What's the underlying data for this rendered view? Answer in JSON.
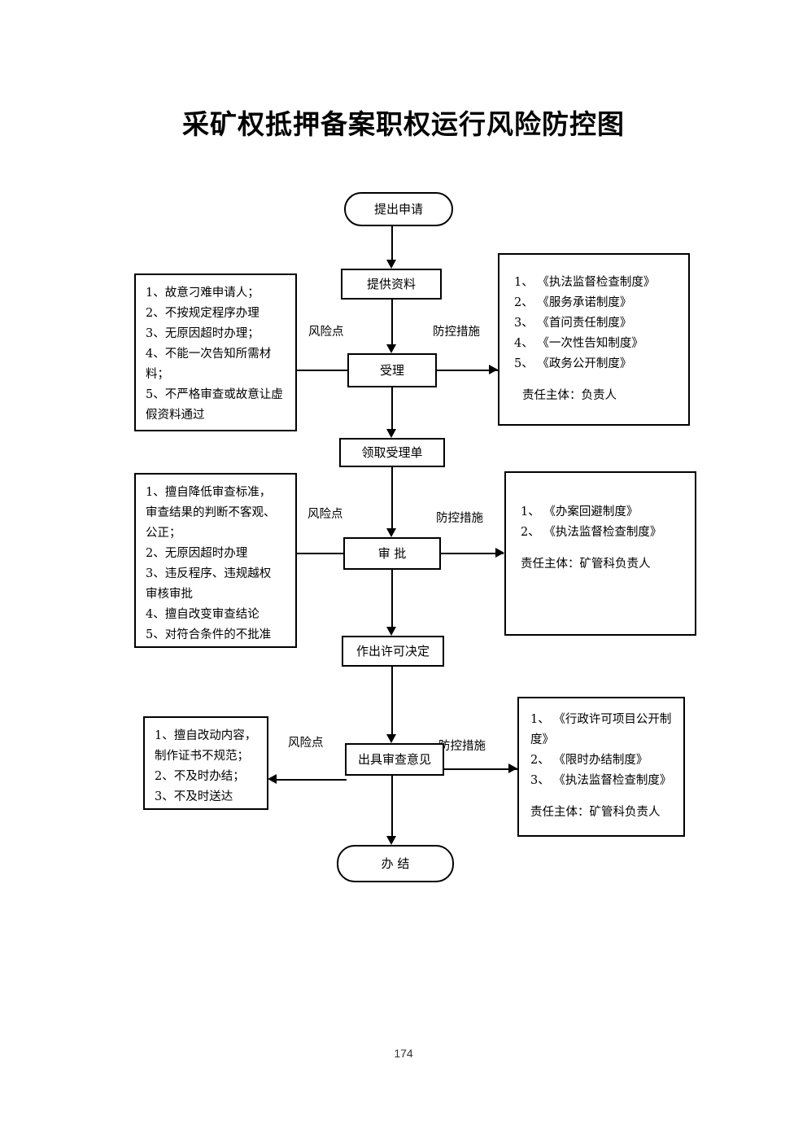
{
  "document": {
    "title": "采矿权抵押备案职权运行风险防控图",
    "page_number": "174"
  },
  "edge_labels": {
    "risk": "风险点",
    "control": "防控措施"
  },
  "flow_nodes": {
    "start": "提出申请",
    "submit_materials": "提供资料",
    "acceptance": "受理",
    "receive_receipt": "领取受理单",
    "approval": "审  批",
    "permit_decision": "作出许可决定",
    "review_opinion": "出具审查意见",
    "end": "办  结"
  },
  "risk_panels": [
    {
      "id": "risk-acceptance",
      "lines": [
        "1、故意刁难申请人；",
        "2、不按规定程序办理",
        "3、无原因超时办理；",
        "4、不能一次告知所需材",
        "料；",
        "5、不严格审查或故意让虚",
        "假资料通过"
      ]
    },
    {
      "id": "risk-approval",
      "lines": [
        "1、擅自降低审查标准，",
        "审查结果的判断不客观、",
        "公正；",
        "2、无原因超时办理",
        "3、违反程序、违规越权",
        "审核审批",
        "4、擅自改变审查结论",
        "5、对符合条件的不批准"
      ]
    },
    {
      "id": "risk-review-opinion",
      "lines": [
        "1、擅自改动内容，",
        "制作证书不规范；",
        "2、不及时办结；",
        "3、不及时送达"
      ]
    }
  ],
  "control_panels": [
    {
      "id": "control-acceptance",
      "lines": [
        "1、 《执法监督检查制度》",
        "2、 《服务承诺制度》",
        "3、 《首问责任制度》",
        "4、 《一次性告知制度》",
        "5、 《政务公开制度》"
      ],
      "responsible": "责任主体：负责人"
    },
    {
      "id": "control-approval",
      "lines": [
        "1、 《办案回避制度》",
        "2、 《执法监督检查制度》"
      ],
      "responsible": "责任主体：矿管科负责人"
    },
    {
      "id": "control-review-opinion",
      "lines": [
        "1、 《行政许可项目公开制",
        "度》",
        "2、 《限时办结制度》",
        "3、 《执法监督检查制度》"
      ],
      "responsible": "责任主体：矿管科负责人"
    }
  ]
}
